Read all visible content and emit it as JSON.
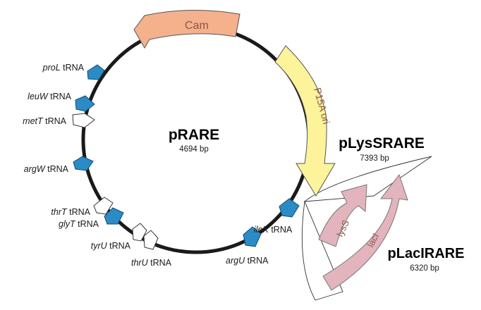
{
  "plasmid_main": {
    "name": "pRARE",
    "size": "4694 bp"
  },
  "plasmid_lys": {
    "name": "pLysSRARE",
    "size": "7393 bp"
  },
  "plasmid_lac": {
    "name": "pLacIRARE",
    "size": "6320 bp"
  },
  "features": {
    "cam": "Cam",
    "ori": "P15A ori",
    "lyss": "lysS",
    "laci": "lacI"
  },
  "trna": [
    {
      "gene": "proL",
      "suffix": " tRNA"
    },
    {
      "gene": "leuW",
      "suffix": " tRNA"
    },
    {
      "gene": "metT",
      "suffix": " tRNA"
    },
    {
      "gene": "argW",
      "suffix": " tRNA"
    },
    {
      "gene": "thrT",
      "suffix": " tRNA"
    },
    {
      "gene": "glyT",
      "suffix": " tRNA"
    },
    {
      "gene": "tyrU",
      "suffix": " tRNA"
    },
    {
      "gene": "thrU",
      "suffix": " tRNA"
    },
    {
      "gene": "argU",
      "suffix": " tRNA"
    },
    {
      "gene": "ileX",
      "suffix": " tRNA"
    }
  ],
  "colors": {
    "cam": "#f5b08c",
    "ori": "#fcf39a",
    "trna_blue": "#2b8bc7",
    "insert_pink": "#e3b4bd",
    "circle": "#1a1a1a"
  }
}
